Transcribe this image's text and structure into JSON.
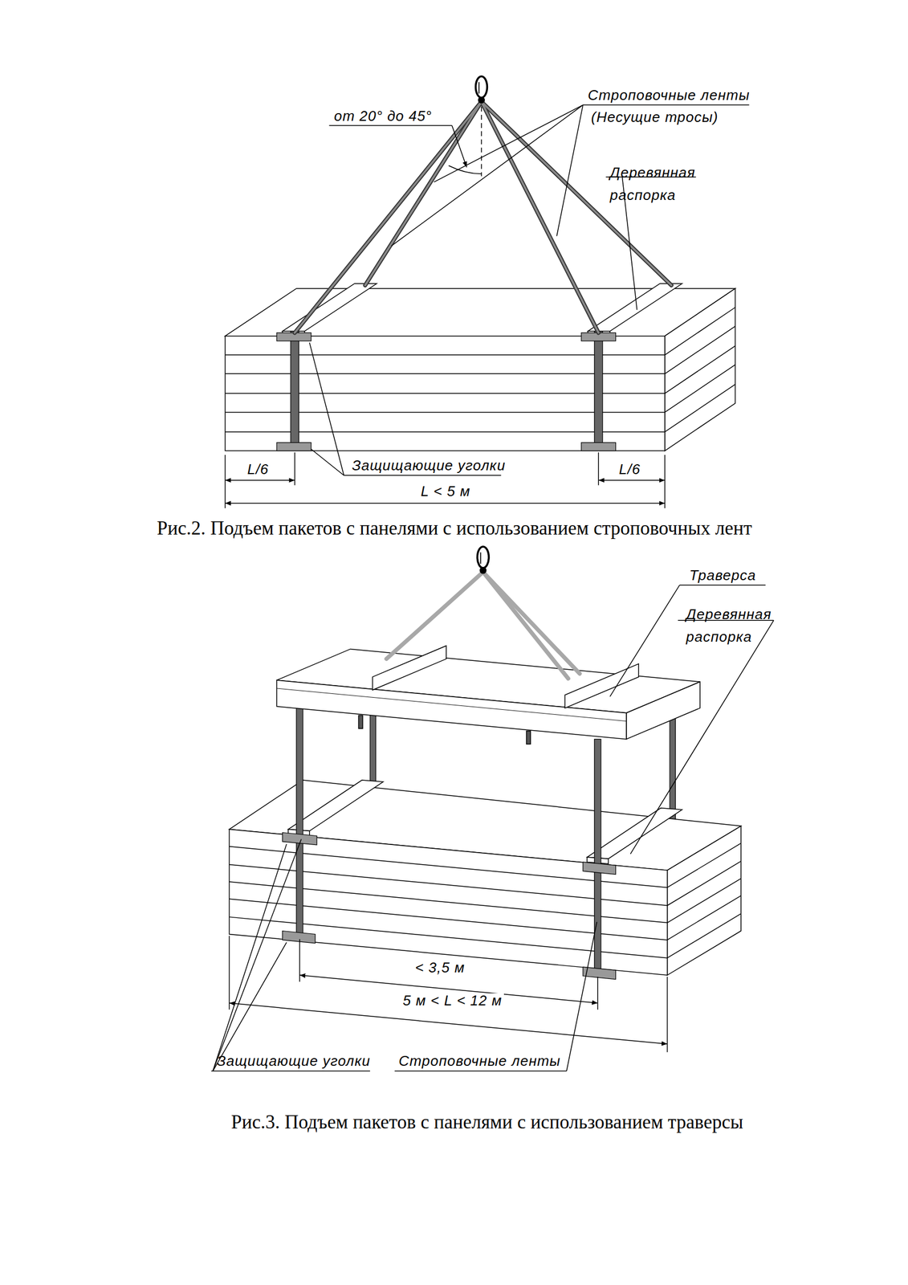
{
  "diagram": {
    "labels": [
      "от 20° до 45°",
      "Строповочные ленты",
      "(Несущие тросы)",
      "Деревянная распорка",
      "Защищающие уголки",
      "L/6",
      "L/6",
      "L < 5 м",
      "Рис.2. Подъем пакетов с панелями с использованием строповочных лент",
      "Траверса",
      "Деревянная распорка",
      "< 3,5 м",
      "5 м < L < 12 м",
      "Защищающие уголки",
      "Строповочные ленты",
      "Рис.3. Подъем пакетов с панелями с использованием траверсы"
    ]
  }
}
